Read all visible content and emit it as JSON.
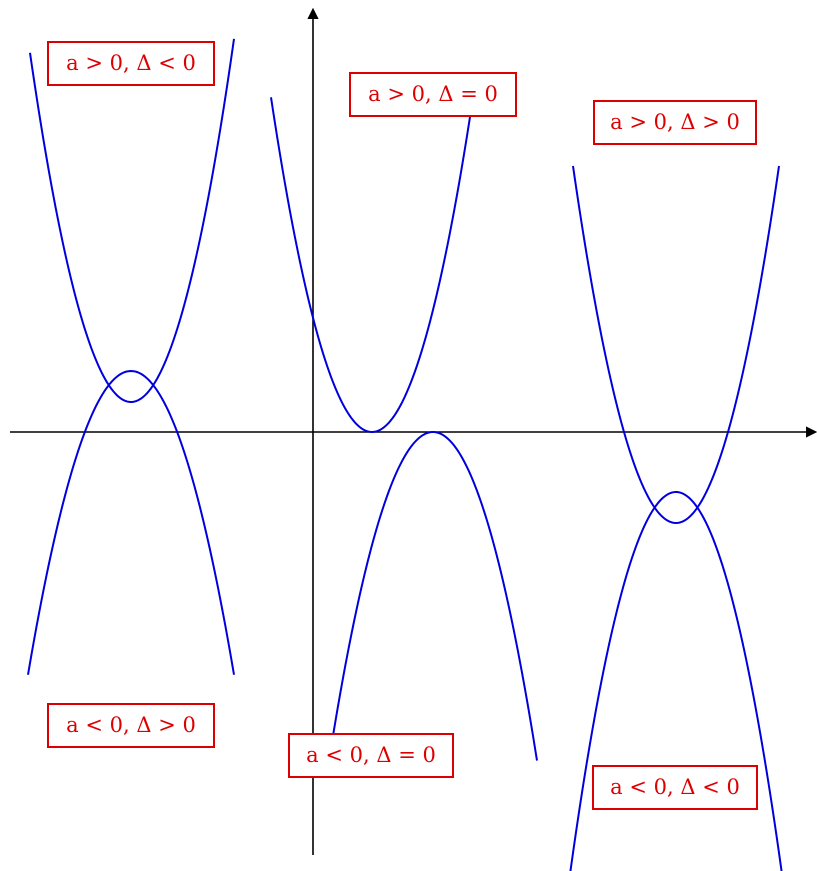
{
  "colors": {
    "axis": "#000000",
    "curve": "#0000dd",
    "label": "#dd0000"
  },
  "labels": {
    "top_left": "a > 0, Δ < 0",
    "top_middle": "a > 0, Δ = 0",
    "top_right": "a > 0, Δ > 0",
    "bottom_left": "a < 0, Δ > 0",
    "bottom_middle": "a < 0, Δ = 0",
    "bottom_right": "a < 0, Δ < 0"
  }
}
